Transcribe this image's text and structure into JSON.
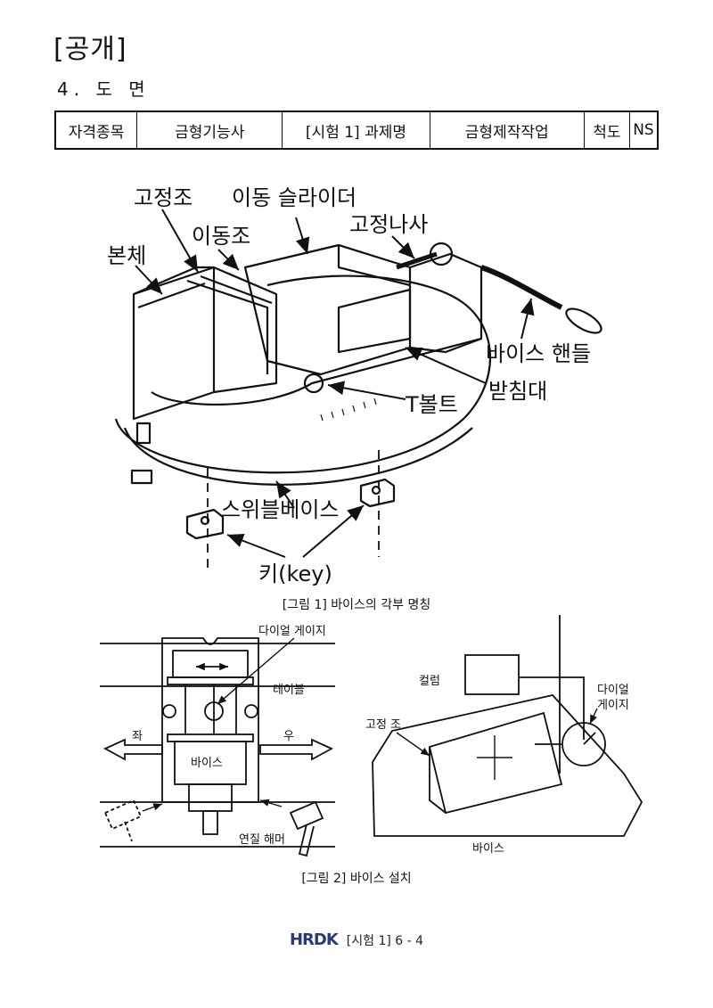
{
  "header": {
    "stamp": "[공개]",
    "section": "4. 도 면"
  },
  "info_table": {
    "c1": "자격종목",
    "c2": "금형기능사",
    "c3": "[시험 1] 과제명",
    "c4": "금형제작작업",
    "c5": "척도",
    "c6": "NS"
  },
  "figure1": {
    "labels": {
      "fixed_jaw": "고정조",
      "moving_slider": "이동 슬라이더",
      "moving_jaw": "이동조",
      "fixed_screw": "고정나사",
      "body": "본체",
      "vise_handle": "바이스 핸들",
      "support": "받침대",
      "t_bolt": "T볼트",
      "swivel_base": "스위블베이스",
      "key": "키(key)"
    },
    "caption": "[그림 1] 바이스의 각부 명칭"
  },
  "figure2": {
    "labels": {
      "dial_gauge_top": "다이얼 게이지",
      "table": "테이블",
      "left": "좌",
      "right": "우",
      "vise_left": "바이스",
      "soft_hammer": "연질 해머",
      "column": "컬럼",
      "dial_gauge_right": "다이얼\n게이지",
      "dial_line1": "다이얼",
      "dial_line2": "게이지",
      "fixed_jaw": "고정 조",
      "vise_right": "바이스"
    },
    "caption": "[그림 2] 바이스 설치"
  },
  "footer": {
    "logo": "HRDK",
    "page": "[시험 1] 6 - 4"
  }
}
